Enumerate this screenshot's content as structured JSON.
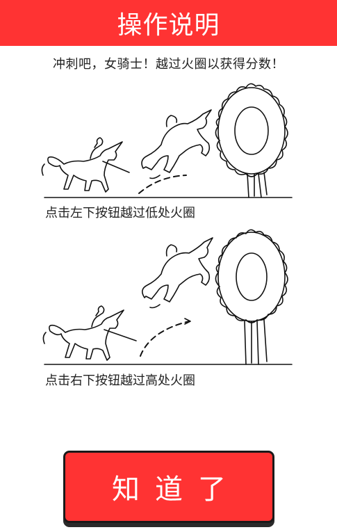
{
  "header": {
    "title": "操作说明",
    "background_color": "#ff3333"
  },
  "intro_text": "冲刺吧，女骑士！越过火圈以获得分数！",
  "instructions": [
    {
      "caption": "点击左下按钮越过低处火圈"
    },
    {
      "caption": "点击右下按钮越过高处火圈"
    }
  ],
  "confirm_button": {
    "label": "知道了",
    "background_color": "#ff3333",
    "border_color": "#1a1a1a"
  }
}
